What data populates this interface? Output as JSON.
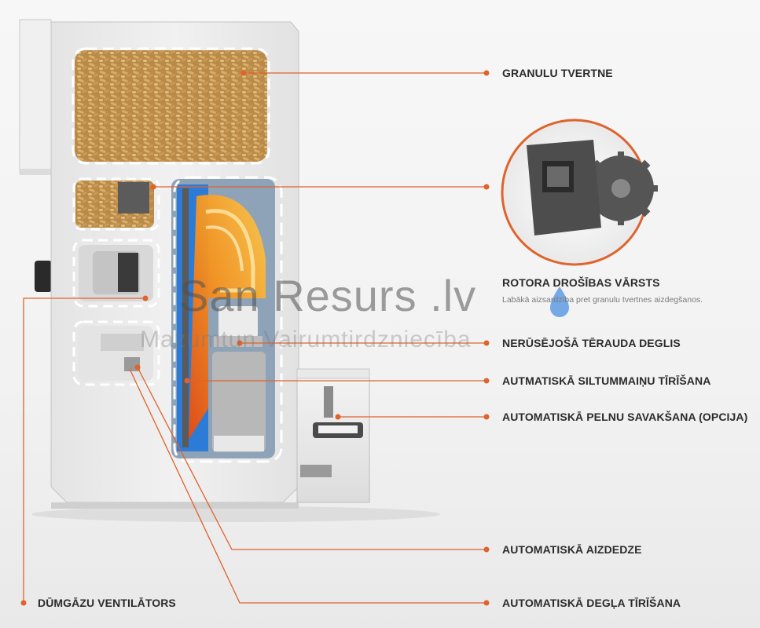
{
  "labels": {
    "granulu_tvertne": "GRANULU TVERTNE",
    "rotora_title": "ROTORA DROŠĪBAS VĀRSTS",
    "rotora_sub": "Labākā aizsardzība pret granulu tvertnes aizdegšanos.",
    "deglis": "NERŪSĒJOŠĀ TĒRAUDA DEGLIS",
    "siltummainu": "AUTMATISKĀ SILTUMMAIŅU TĪRĪŠANA",
    "pelnu": "AUTOMATISKĀ PELNU SAVAKŠANA (OPCIJA)",
    "aizdedze": "AUTOMATISKĀ AIZDEDZE",
    "degla": "AUTOMATISKĀ DEGĻA TĪRĪŠANA",
    "ventilators": "DŪMGĀZU VENTILĀTORS"
  },
  "watermark": {
    "main": "San Resurs .lv",
    "sub": "Mazumtun Vairumtirdzniecība"
  },
  "colors": {
    "accent": "#e0622c",
    "label_text": "#2b2b2b",
    "cabinet": "#ededed"
  }
}
